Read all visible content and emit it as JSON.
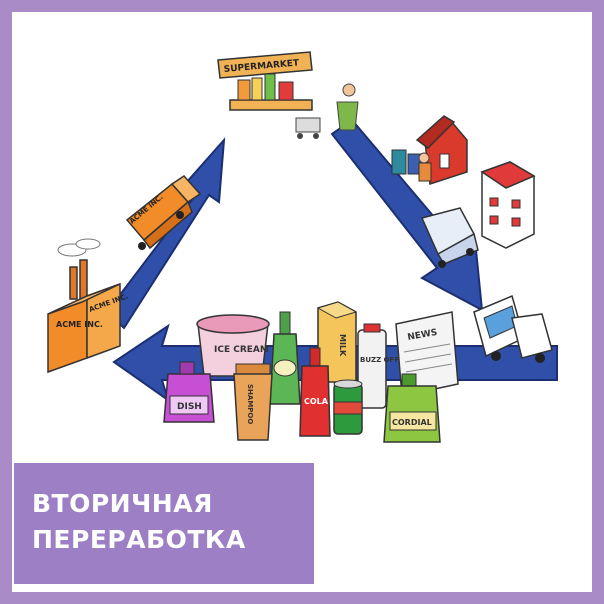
{
  "caption": {
    "line1": "ВТОРИЧНАЯ",
    "line2": "ПЕРЕРАБОТКА"
  },
  "labels": {
    "supermarket": "SUPERMARKET",
    "factory_chimney_sign": "ACME INC.",
    "factory_side_sign": "ACME INC.",
    "truck_sign": "ACME INC.",
    "ice_cream": "ICE CREAM",
    "milk": "MILK",
    "news": "NEWS",
    "buzz_off": "BUZZ OFF",
    "dish": "DISH",
    "shampoo": "SHAMPOO",
    "cola": "COLA",
    "cordial": "CORDIAL"
  },
  "icons": [
    "factory-icon",
    "truck-icon",
    "supermarket-icon",
    "shopper-icon",
    "house-icon",
    "recycling-bin-icon",
    "building-icon",
    "garbage-truck-icon",
    "recycling-truck-icon",
    "cycle-arrow-icon"
  ],
  "colors": {
    "frame": "#a98bc8",
    "caption_bg": "#9d7fc5",
    "arrow": "#2f4fa8",
    "truck_orange": "#f28c28",
    "house_red": "#d93a2b"
  }
}
